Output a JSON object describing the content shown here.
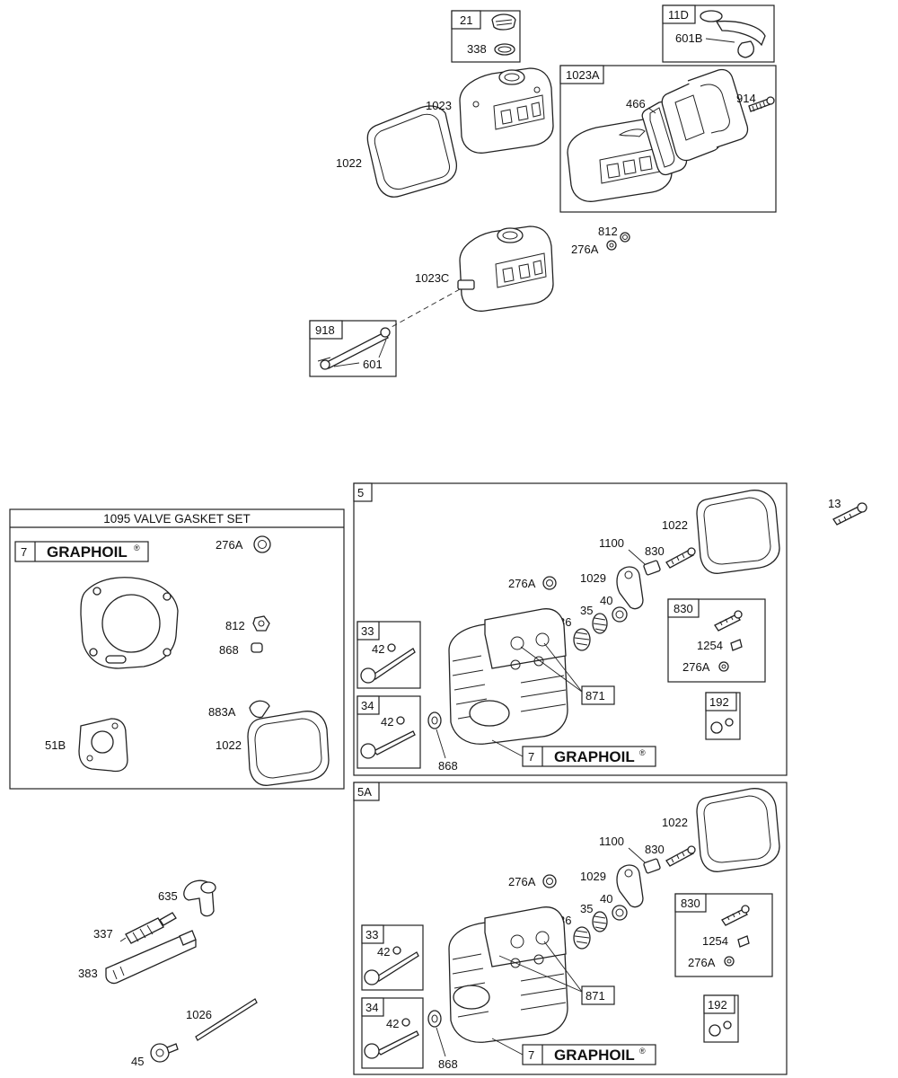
{
  "top_section": {
    "box_21": {
      "tag": "21",
      "label_338": "338"
    },
    "box_11d": {
      "tag": "11D",
      "label_601b": "601B"
    },
    "label_1023": "1023",
    "label_1022": "1022",
    "box_1023a": {
      "tag": "1023A",
      "label_466": "466",
      "label_914": "914"
    },
    "label_812": "812",
    "label_276a": "276A",
    "label_1023c": "1023C",
    "box_918": {
      "tag": "918",
      "label_601": "601"
    }
  },
  "gasket_set": {
    "title": "1095 VALVE GASKET SET",
    "graphoil_tag": "7",
    "graphoil_text": "GRAPHOIL",
    "registered_mark": "®",
    "labels": {
      "l276a": "276A",
      "l812": "812",
      "l868": "868",
      "l883a": "883A",
      "l1022": "1022",
      "l51b": "51B"
    }
  },
  "label_13": "13",
  "head_assembly_5": {
    "tag": "5",
    "labels": {
      "l1022": "1022",
      "l1100": "1100",
      "l830": "830",
      "l1029": "1029",
      "l276a": "276A",
      "l36": "36",
      "l35": "35",
      "l40": "40",
      "l871": "871",
      "l868": "868"
    },
    "box_33": {
      "tag": "33",
      "label_42": "42"
    },
    "box_34": {
      "tag": "34",
      "label_42": "42"
    },
    "box_830": {
      "tag": "830",
      "label_1254": "1254",
      "label_276a": "276A"
    },
    "box_192": {
      "tag": "192"
    },
    "graphoil_tag": "7",
    "graphoil_text": "GRAPHOIL",
    "registered_mark": "®"
  },
  "head_assembly_5a": {
    "tag": "5A",
    "labels": {
      "l1022": "1022",
      "l1100": "1100",
      "l830": "830",
      "l1029": "1029",
      "l276a": "276A",
      "l36": "36",
      "l35": "35",
      "l40": "40",
      "l871": "871",
      "l868": "868"
    },
    "box_33": {
      "tag": "33",
      "label_42": "42"
    },
    "box_34": {
      "tag": "34",
      "label_42": "42"
    },
    "box_830": {
      "tag": "830",
      "label_1254": "1254",
      "label_276a": "276A"
    },
    "box_192": {
      "tag": "192"
    },
    "graphoil_tag": "7",
    "graphoil_text": "GRAPHOIL",
    "registered_mark": "®"
  },
  "ignition": {
    "label_635": "635",
    "label_337": "337",
    "label_383": "383",
    "label_1026": "1026",
    "label_45": "45"
  }
}
